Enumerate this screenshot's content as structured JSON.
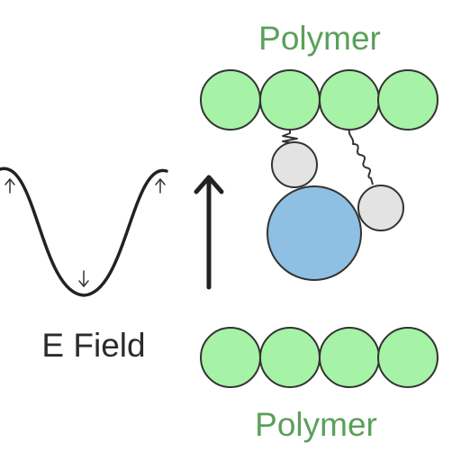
{
  "labels": {
    "top_polymer": "Polymer",
    "bottom_polymer": "Polymer",
    "field": "E Field"
  },
  "colors": {
    "polymer_fill": "#a6f2a6",
    "polymer_label": "#5aa05a",
    "small_sphere_fill": "#e3e3e3",
    "large_sphere_fill": "#8fbfe3",
    "outline": "#333333",
    "field_label": "#2b2b2b"
  },
  "icons": {
    "field_arrow": "arrow-up-icon",
    "wave_arrows": [
      "arrow-up-icon",
      "arrow-down-icon",
      "arrow-up-icon"
    ]
  }
}
